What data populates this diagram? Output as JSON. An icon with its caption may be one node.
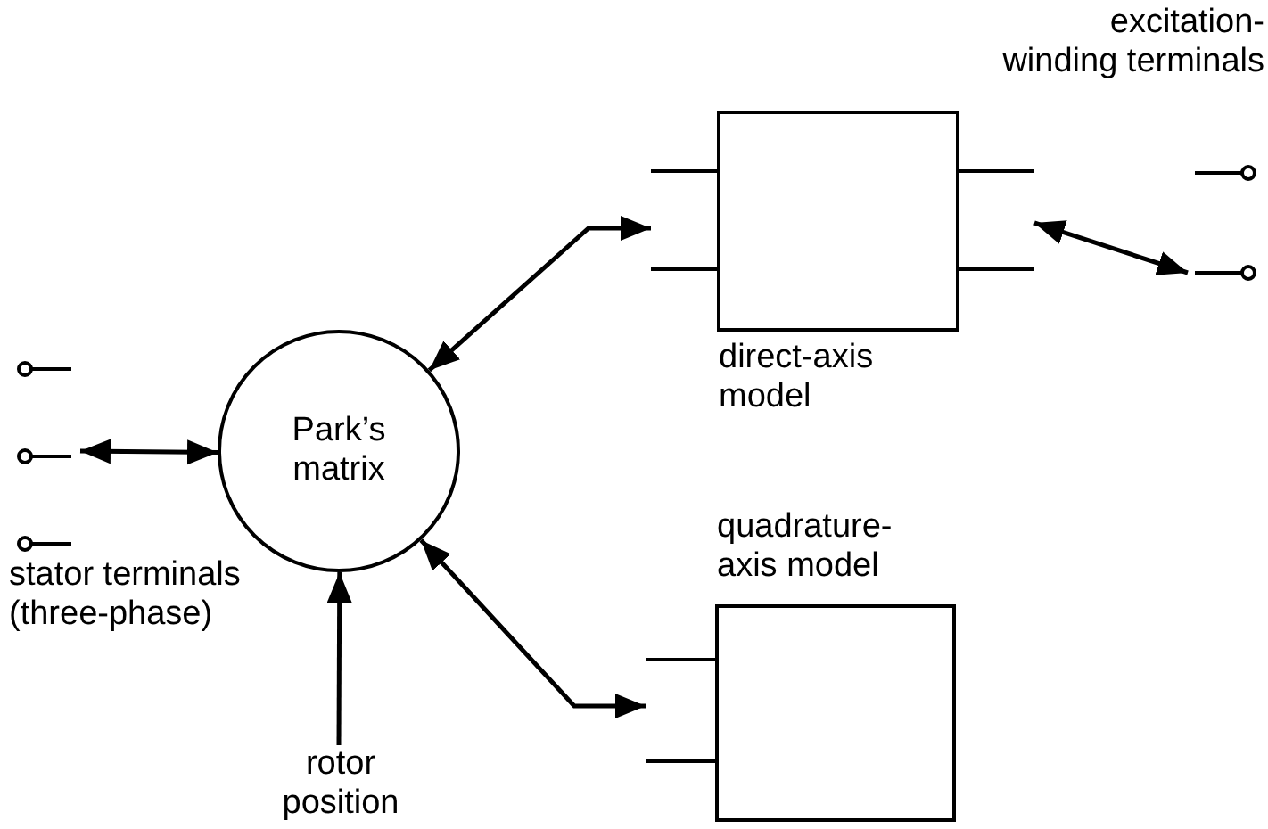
{
  "diagram": {
    "nodes": [
      {
        "text": [],
        "shape": "terminal",
        "beside": [
          "stator terminals (three-phase)"
        ]
      },
      {
        "text": [
          "Park’s matrix"
        ]
      },
      {
        "text": [
          "direct-axis model"
        ]
      },
      {
        "text": [
          "quadrature-axis model"
        ]
      },
      {
        "text": [],
        "shape": "terminal",
        "beside": [
          "excitation-winding terminals"
        ]
      },
      {
        "text": [
          "rotor position"
        ]
      }
    ],
    "edges": [
      {
        "from": 0,
        "to": 1,
        "arrow": "both"
      },
      {
        "from": 1,
        "to": 2,
        "arrow": "both"
      },
      {
        "from": 1,
        "to": 3,
        "arrow": "both"
      },
      {
        "from": 2,
        "to": 4,
        "arrow": "both"
      },
      {
        "from": 5,
        "to": 1,
        "arrow": "to"
      }
    ]
  }
}
